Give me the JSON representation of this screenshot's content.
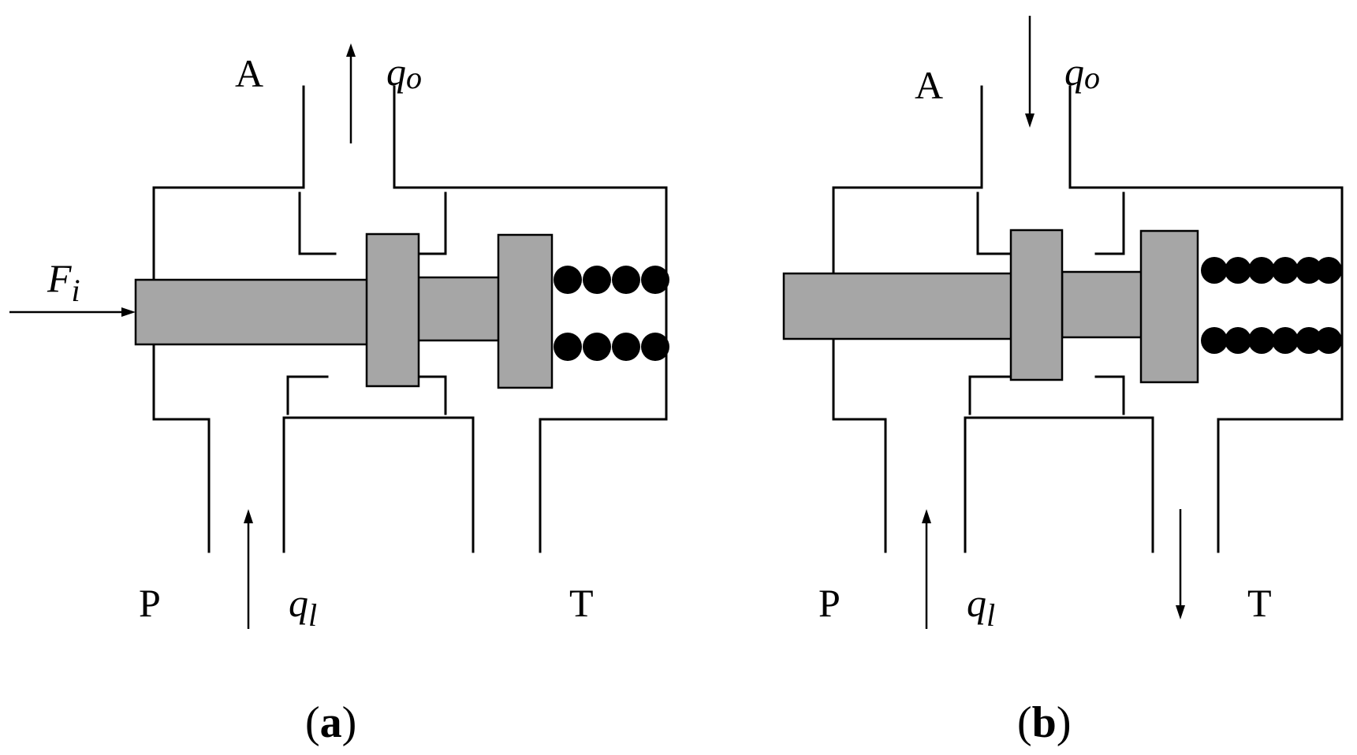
{
  "panel_a": {
    "port_a": "A",
    "port_p": "P",
    "port_t": "T",
    "flow_out_sym": "q",
    "flow_out_sub": "o",
    "flow_in_sym": "q",
    "flow_in_sub": "l",
    "force_sym": "F",
    "force_sub": "i",
    "caption_open": "(",
    "caption_letter": "a",
    "caption_close": ")"
  },
  "panel_b": {
    "port_a": "A",
    "port_p": "P",
    "port_t": "T",
    "flow_out_sym": "q",
    "flow_out_sub": "o",
    "flow_in_sym": "q",
    "flow_in_sub": "l",
    "caption_open": "(",
    "caption_letter": "b",
    "caption_close": ")"
  }
}
